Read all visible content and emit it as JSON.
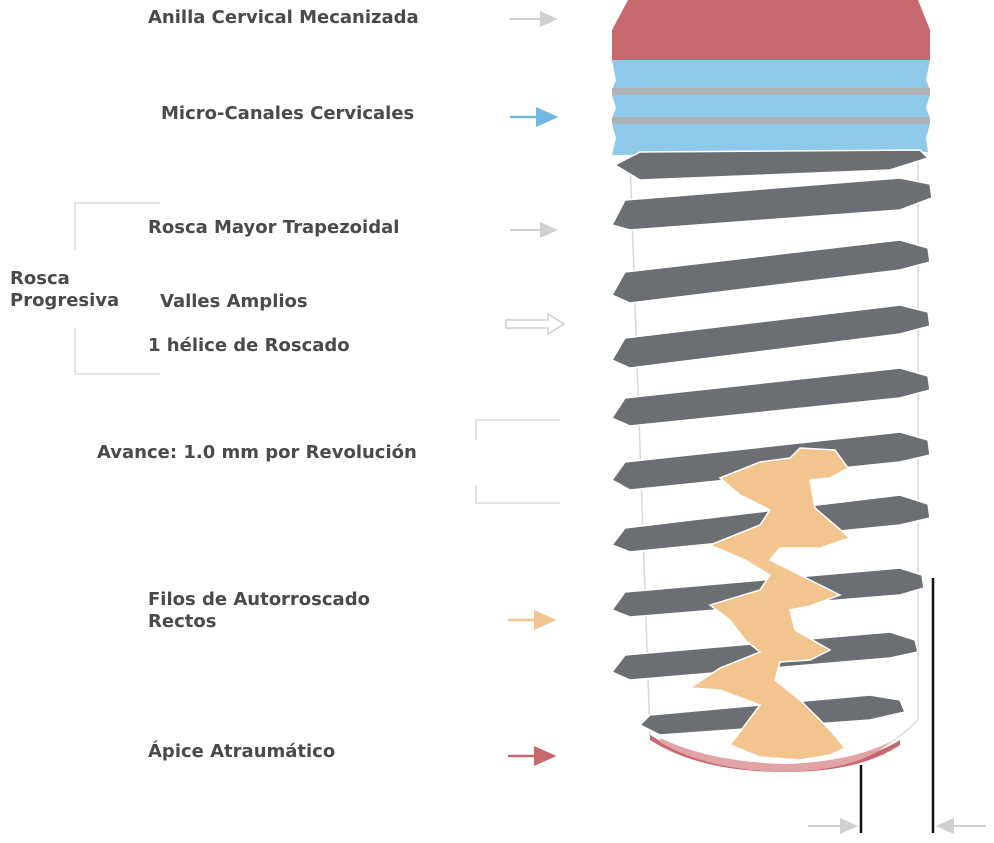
{
  "labels": {
    "cervical_ring": "Anilla Cervical Mecanizada",
    "micro_channels": "Micro-Canales Cervicales",
    "major_thread": "Rosca Mayor Trapezoidal",
    "progressive_thread_line1": "Rosca",
    "progressive_thread_line2": "Progresiva",
    "wide_valleys": "Valles Amplios",
    "single_helix": "1 hélice de Roscado",
    "advance": "Avance: 1.0 mm por Revolución",
    "self_tapping_line1": "Filos de Autorroscado",
    "self_tapping_line2": "Rectos",
    "apex": "Ápice Atraumático"
  },
  "colors": {
    "cervical_ring": "#c5696f",
    "micro_channels": "#8ec9ea",
    "thread": "#6b6e72",
    "self_tapping": "#f2c48e",
    "apex": "#c5696f",
    "text": "#4a4a4a",
    "arrow_gray": "#d0d0d0"
  }
}
